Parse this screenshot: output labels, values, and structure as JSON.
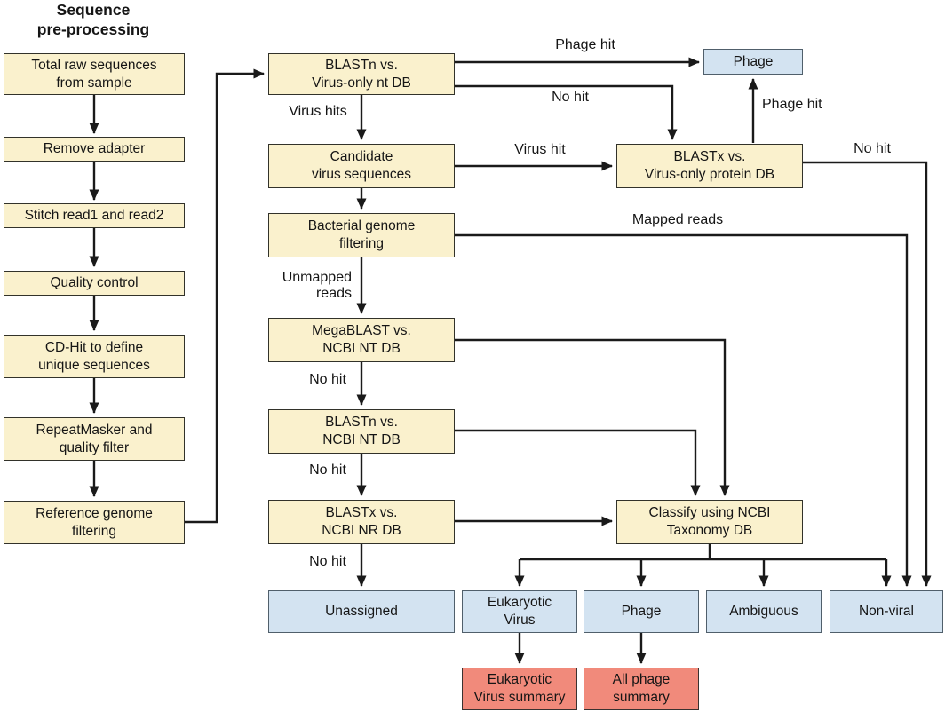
{
  "title": [
    "Sequence",
    "pre-processing"
  ],
  "nodes": {
    "total_raw": [
      "Total raw sequences",
      "from sample"
    ],
    "remove_adapter": "Remove adapter",
    "stitch": "Stitch read1 and read2",
    "quality_control": "Quality control",
    "cd_hit": [
      "CD-Hit to define",
      "unique sequences"
    ],
    "repeatmasker": [
      "RepeatMasker and",
      "quality filter"
    ],
    "reference_genome": [
      "Reference genome",
      "filtering"
    ],
    "blastn_virus": [
      "BLASTn vs.",
      "Virus-only nt DB"
    ],
    "candidate_virus": [
      "Candidate",
      "virus sequences"
    ],
    "bacterial_filtering": [
      "Bacterial genome",
      "filtering"
    ],
    "megablast": [
      "MegaBLAST vs.",
      "NCBI NT DB"
    ],
    "blastn_ncbi": [
      "BLASTn vs.",
      "NCBI NT DB"
    ],
    "blastx_ncbi": [
      "BLASTx vs.",
      "NCBI NR DB"
    ],
    "unassigned": "Unassigned",
    "phage_top": "Phage",
    "blastx_virus": [
      "BLASTx vs.",
      "Virus-only protein DB"
    ],
    "classify": [
      "Classify using NCBI",
      "Taxonomy DB"
    ],
    "eukaryotic_virus": [
      "Eukaryotic",
      "Virus"
    ],
    "phage_bottom": "Phage",
    "ambiguous": "Ambiguous",
    "non_viral": "Non-viral",
    "eukaryotic_summary": [
      "Eukaryotic",
      "Virus summary"
    ],
    "all_phage_summary": [
      "All phage",
      "summary"
    ]
  },
  "edge_labels": {
    "phage_hit_top": "Phage hit",
    "no_hit_blastn_virus": "No hit",
    "virus_hits": "Virus hits",
    "virus_hit": "Virus hit",
    "phage_hit_up": "Phage hit",
    "no_hit_blastx_virus": "No hit",
    "mapped_reads": "Mapped reads",
    "unmapped_reads": [
      "Unmapped",
      "reads"
    ],
    "no_hit_megablast": "No hit",
    "no_hit_blastn_ncbi": "No hit",
    "no_hit_blastx_ncbi": "No hit"
  },
  "colors": {
    "process_box_fill": "#faf1cd",
    "process_box_border": "#32322a",
    "result_box_fill": "#d3e3f1",
    "result_box_border": "#505f6b",
    "summary_box_fill": "#f18a7b",
    "summary_box_border": "#3a3230",
    "line": "#1a1a1a",
    "text": "#151515"
  }
}
